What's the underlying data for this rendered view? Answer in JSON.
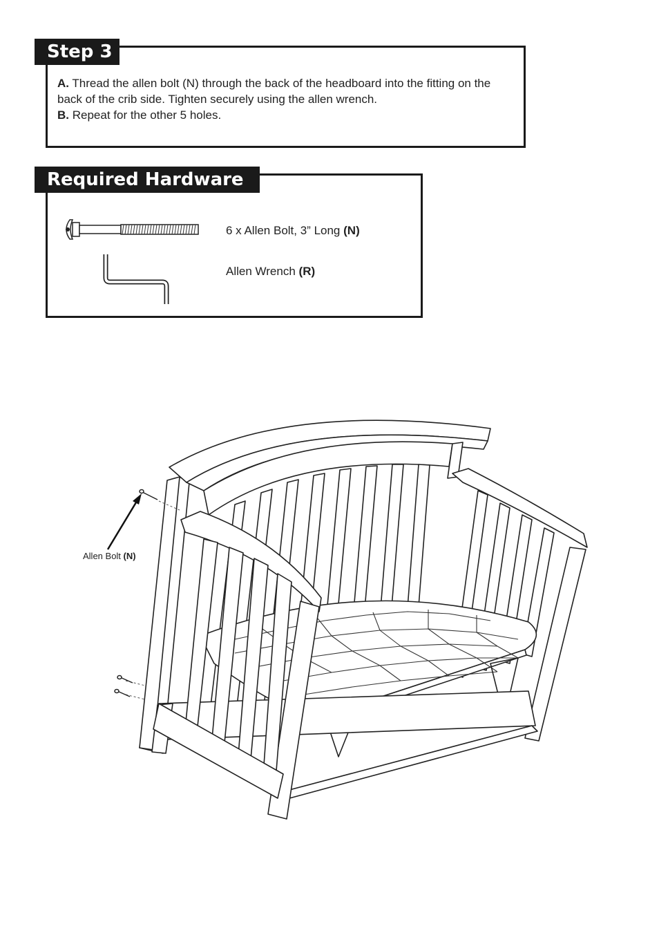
{
  "step": {
    "title": "Step 3",
    "a_marker": "A.",
    "a_text": "Thread the allen bolt (N) through the back of the headboard into the fitting on the back of the crib side. Tighten securely using the allen wrench.",
    "b_marker": "B.",
    "b_text": "Repeat for the other 5 holes."
  },
  "hardware": {
    "title": "Required Hardware",
    "items": [
      {
        "label": "6 x Allen Bolt, 3” Long",
        "code": "(N)",
        "icon": "allen-bolt-icon"
      },
      {
        "label": "Allen Wrench",
        "code": "(R)",
        "icon": "allen-wrench-icon"
      }
    ]
  },
  "figure": {
    "callout_label": "Allen Bolt",
    "callout_code": "(N)"
  }
}
